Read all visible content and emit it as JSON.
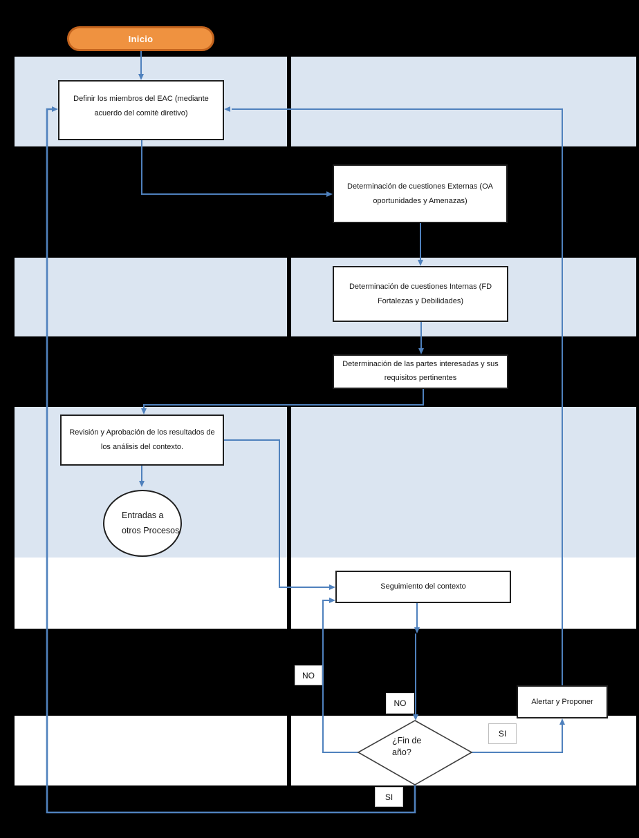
{
  "flowchart": {
    "start": {
      "label": "Inicio"
    },
    "processes": [
      {
        "id": "definir",
        "label": "Definir los miembros del EAC (mediante acuerdo del comitè diretivo)"
      },
      {
        "id": "externas",
        "label": "Determinación de cuestiones Externas (OA oportunidades y Amenazas)"
      },
      {
        "id": "internas",
        "label": "Determinación de cuestiones Internas (FD Fortalezas y Debilidades)"
      },
      {
        "id": "partes",
        "label": "Determinación de las partes interesadas y sus requisitos pertinentes"
      },
      {
        "id": "revision",
        "label": "Revisión y Aprobación de los resultados de los análisis del contexto."
      },
      {
        "id": "seguimiento",
        "label": "Seguimiento del contexto"
      },
      {
        "id": "alertar",
        "label": "Alertar y Proponer"
      }
    ],
    "terminal": {
      "label": "Entradas a otros Procesos"
    },
    "decision": {
      "label": "¿Fin de año?"
    },
    "connector_labels": [
      {
        "id": "no-upper",
        "label": "NO"
      },
      {
        "id": "no-lower",
        "label": "NO"
      },
      {
        "id": "si-right",
        "label": "SI"
      },
      {
        "id": "si-bottom",
        "label": "SI"
      }
    ],
    "colors": {
      "background": "#000000",
      "lane_light_blue": "#dbe5f1",
      "lane_white": "#ffffff",
      "connector_blue": "#4f81bd",
      "start_fill": "#ef9240",
      "start_border": "#c4641e",
      "shape_border": "#1f1f1f"
    }
  }
}
